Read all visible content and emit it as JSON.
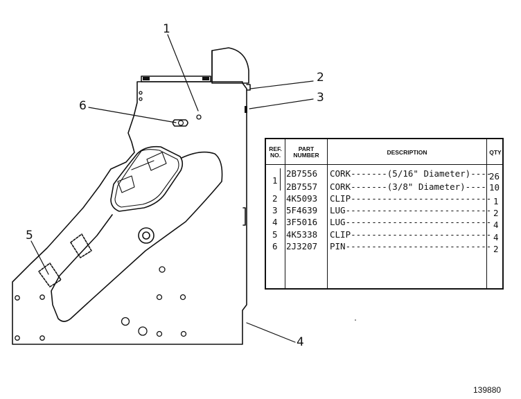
{
  "callouts": [
    "1",
    "2",
    "3",
    "4",
    "5",
    "6"
  ],
  "figure_number": "139880",
  "parts_table": {
    "headers": {
      "ref_no": "REF. NO.",
      "part_number": "PART NUMBER",
      "description": "DESCRIPTION",
      "qty": "QTY"
    },
    "rows": [
      {
        "ref": "",
        "part": "2B7556",
        "desc": "CORK-------(5/16\" Diameter)----",
        "qty": "26"
      },
      {
        "ref": "1",
        "part": "2B7557",
        "desc": "CORK-------(3/8\" Diameter)----",
        "qty": "10"
      },
      {
        "ref": "2",
        "part": "4K5093",
        "desc": "CLIP---------------------------",
        "qty": "1"
      },
      {
        "ref": "3",
        "part": "5F4639",
        "desc": "LUG----------------------------",
        "qty": "2"
      },
      {
        "ref": "4",
        "part": "3F5016",
        "desc": "LUG----------------------------",
        "qty": "4"
      },
      {
        "ref": "5",
        "part": "4K5338",
        "desc": "CLIP---------------------------",
        "qty": "4"
      },
      {
        "ref": "6",
        "part": "2J3207",
        "desc": "PIN----------------------------",
        "qty": "2"
      }
    ]
  }
}
